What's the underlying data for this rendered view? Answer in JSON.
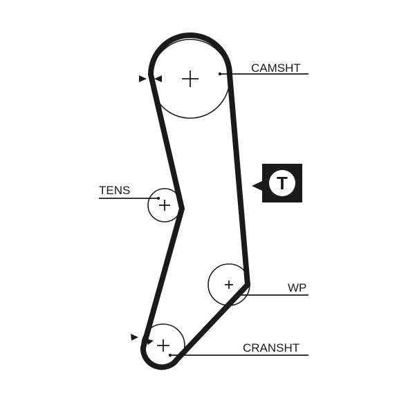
{
  "labels": {
    "camshaft": "CAMSHT",
    "tensioner": "TENS",
    "water_pump": "WP",
    "crankshaft": "CRANSHT",
    "tensioner_badge": "T"
  },
  "colors": {
    "belt": "#1a1a1a",
    "line": "#1a1a1a",
    "background": "#ffffff"
  }
}
